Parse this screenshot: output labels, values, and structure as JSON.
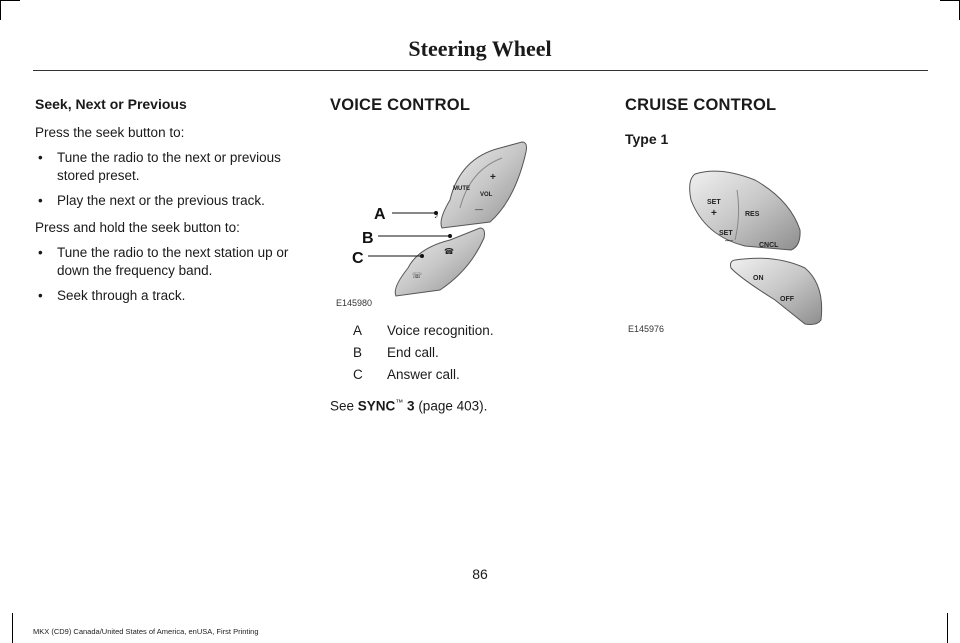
{
  "header": {
    "title": "Steering Wheel"
  },
  "left": {
    "heading": "Seek, Next or Previous",
    "intro1": "Press the seek button to:",
    "bullets1": [
      "Tune the radio to the next or previous stored preset.",
      "Play the next or the previous track."
    ],
    "intro2": "Press and hold the seek button to:",
    "bullets2": [
      "Tune the radio to the next station up or down the frequency band.",
      "Seek through a track."
    ]
  },
  "voice": {
    "title": "VOICE CONTROL",
    "figure_code": "E145980",
    "labels": {
      "vol": "VOL",
      "mute": "MUTE",
      "plus": "+",
      "minus": "—"
    },
    "callouts": [
      "A",
      "B",
      "C"
    ],
    "legend": [
      {
        "key": "A",
        "text": "Voice recognition."
      },
      {
        "key": "B",
        "text": "End call."
      },
      {
        "key": "C",
        "text": "Answer call."
      }
    ],
    "see_prefix": "See ",
    "see_bold": "SYNC",
    "see_tm": "™",
    "see_num": " 3",
    "see_suffix": " (page 403)."
  },
  "cruise": {
    "title": "CRUISE CONTROL",
    "type_label": "Type 1",
    "figure_code": "E145976",
    "labels": {
      "set_plus": "SET",
      "set_minus": "SET",
      "res": "RES",
      "cncl": "CNCL",
      "on": "ON",
      "off": "OFF",
      "plus": "+",
      "minus": "—"
    }
  },
  "page_number": "86",
  "footer": "MKX (CD9) Canada/United States of America, enUSA, First Printing"
}
